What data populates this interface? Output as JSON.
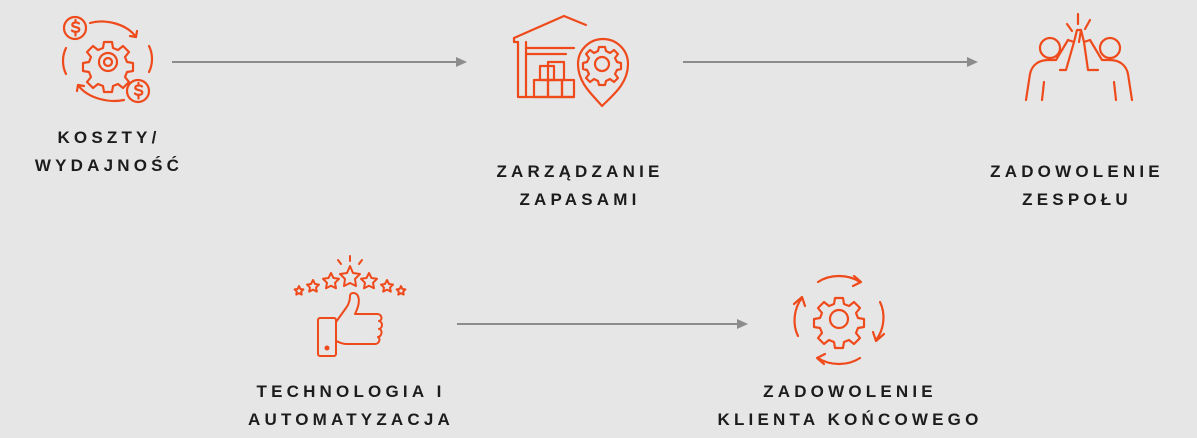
{
  "colors": {
    "accent": "#ef4a1b",
    "arrow": "#8c8c8c",
    "background": "#e6e6e6",
    "text": "#1c1c1c"
  },
  "nodes": [
    {
      "id": "costs",
      "icon": "cost-efficiency-gear-dollar-icon",
      "label_lines": [
        "KOSZTY/",
        "WYDAJNOŚĆ"
      ]
    },
    {
      "id": "inventory",
      "icon": "warehouse-gear-pin-icon",
      "label_lines": [
        "ZARZĄDZANIE",
        "ZAPASAMI"
      ]
    },
    {
      "id": "team",
      "icon": "high-five-icon",
      "label_lines": [
        "ZADOWOLENIE",
        "ZESPOŁU"
      ]
    },
    {
      "id": "technology",
      "icon": "thumbs-up-stars-icon",
      "label_lines": [
        "TECHNOLOGIA I",
        "AUTOMATYZACJA"
      ]
    },
    {
      "id": "customer",
      "icon": "gear-cycle-arrows-icon",
      "label_lines": [
        "ZADOWOLENIE",
        "KLIENTA KOŃCOWEGO"
      ]
    }
  ],
  "edges": [
    {
      "from": "costs",
      "to": "inventory"
    },
    {
      "from": "inventory",
      "to": "team"
    },
    {
      "from": "technology",
      "to": "customer"
    }
  ]
}
